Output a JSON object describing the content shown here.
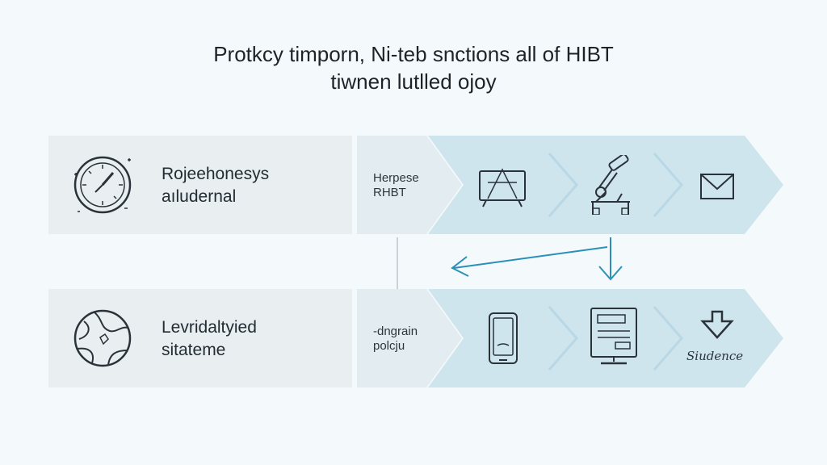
{
  "title": {
    "line1": "Protkcy timporn, Ni-teb snctions all of HIBT",
    "line2": "tiwnen lutlled ojoy"
  },
  "rows": [
    {
      "left_label_1": "Rojeehonesys",
      "left_label_2": "aıludernal",
      "left_icon": "clock-icon",
      "mid_label_1": "Herpese",
      "mid_label_2": "RHBT",
      "steps": [
        "monitor-icon",
        "robot-arm-icon",
        "envelope-icon"
      ]
    },
    {
      "left_label_1": "Levridaltyied",
      "left_label_2": "sitateme",
      "left_icon": "globe-icon",
      "mid_label_1": "-dngrain",
      "mid_label_2": "polcju",
      "steps": [
        "phone-icon",
        "computer-icon",
        "shield-icon"
      ],
      "signature": "Siudence"
    }
  ],
  "colors": {
    "background": "#f4f9fb",
    "left_box": "#e9eef1",
    "chevron_light": "#e3ecf0",
    "chevron_blue": "#cfe5ee",
    "arrow": "#2b90b8"
  }
}
